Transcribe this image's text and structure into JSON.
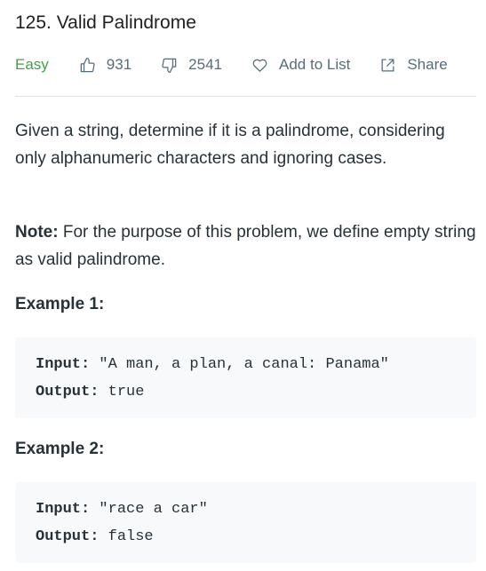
{
  "problem": {
    "title": "125. Valid Palindrome",
    "difficulty": "Easy",
    "likes": "931",
    "dislikes": "2541",
    "add_to_list_label": "Add to List",
    "share_label": "Share"
  },
  "description": {
    "text": "Given a string, determine if it is a palindrome, considering only alphanumeric characters and ignoring cases.",
    "note_label": "Note:",
    "note_text": " For the purpose of this problem, we define empty string as valid palindrome."
  },
  "examples": [
    {
      "heading": "Example 1:",
      "input_label": "Input:",
      "input_value": " \"A man, a plan, a canal: Panama\"",
      "output_label": "Output:",
      "output_value": " true"
    },
    {
      "heading": "Example 2:",
      "input_label": "Input:",
      "input_value": " \"race a car\"",
      "output_label": "Output:",
      "output_value": " false"
    }
  ],
  "colors": {
    "easy": "#43a047",
    "text": "#263238",
    "muted": "#546e7a",
    "code_bg": "#f7f9fa"
  },
  "icons": [
    "thumbs-up-icon",
    "thumbs-down-icon",
    "heart-icon",
    "share-icon"
  ]
}
